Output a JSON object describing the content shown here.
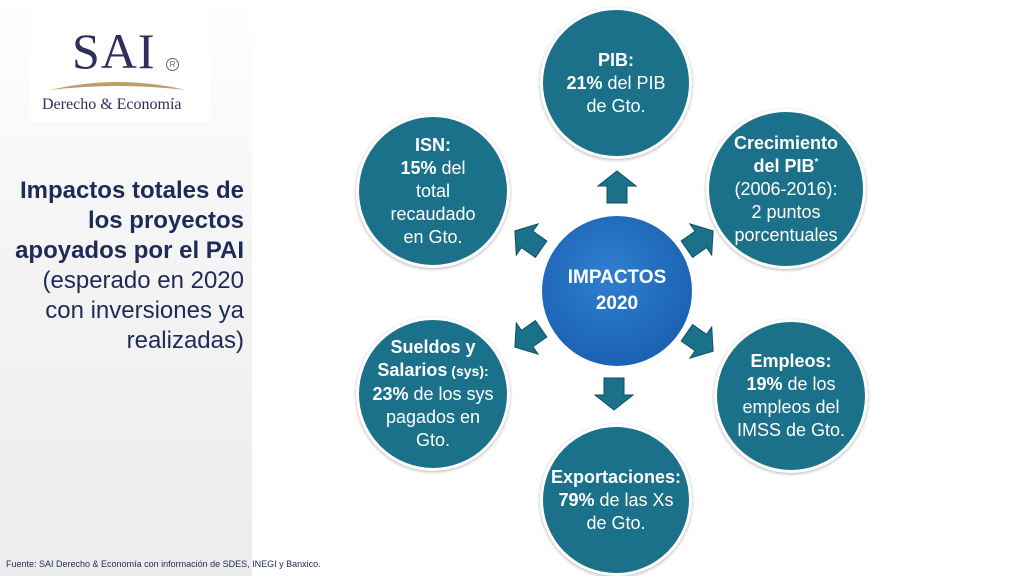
{
  "logo": {
    "mark": "SAI",
    "registered": "R",
    "subtitle": "Derecho & Economía"
  },
  "title": {
    "bold": "Impactos totales de los proyectos apoyados por el PAI",
    "normal": "(esperado en 2020 con inversiones ya realizadas)"
  },
  "center": {
    "line1": "IMPACTOS",
    "line2": "2020"
  },
  "nodes": {
    "pib": {
      "heading": "PIB:",
      "value": "21%",
      "l1": " del PIB",
      "l2": "de Gto."
    },
    "crecimiento": {
      "h1": "Crecimiento",
      "h2": "del PIB",
      "sup": "*",
      "l1": "(2006-2016):",
      "l2": "2 puntos",
      "l3": "porcentuales"
    },
    "isn": {
      "heading": "ISN:",
      "value": "15%",
      "l1": " del",
      "l2": "total",
      "l3": "recaudado",
      "l4": "en Gto."
    },
    "empleos": {
      "heading": "Empleos:",
      "value": "19%",
      "l1": " de los",
      "l2": "empleos del",
      "l3": "IMSS de Gto."
    },
    "sueldos": {
      "h1": "Sueldos y",
      "h2": "Salarios",
      "h2b": " (sys):",
      "value": "23%",
      "l1": " de los sys",
      "l2": "pagados en",
      "l3": "Gto."
    },
    "exportaciones": {
      "heading": "Exportaciones:",
      "value": "79%",
      "l1": " de las Xs",
      "l2": "de Gto."
    }
  },
  "source": "Fuente: SAI Derecho & Economía con información de SDES, INEGI y Banxico.",
  "colors": {
    "node_fill": "#1b7189",
    "center_fill": "#1d63b4",
    "arrow_fill": "#1b7189",
    "title_text": "#1e2a57"
  }
}
